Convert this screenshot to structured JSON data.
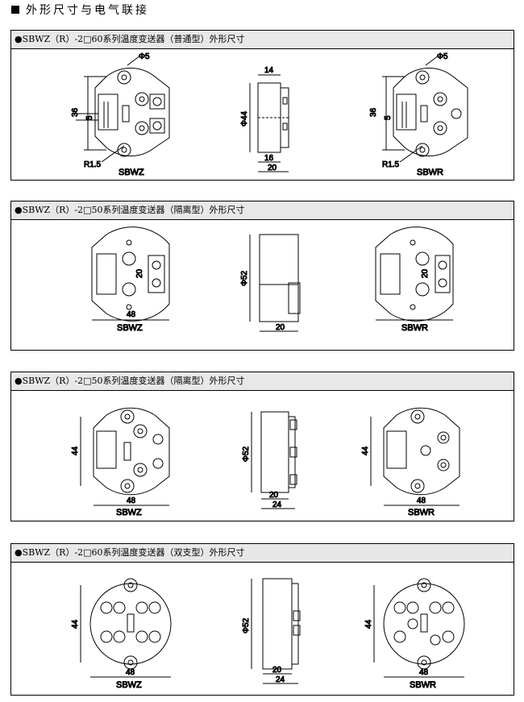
{
  "page": {
    "heading": "外形尺寸与电气联接"
  },
  "sections": [
    {
      "title": "●SBWZ（R）-2□60系列温度变送器（普通型）外形尺寸",
      "dims": {
        "phi5a": "Φ5",
        "d36a": "36",
        "d5a": "5",
        "r15a": "R1.5",
        "sbwz": "SBWZ",
        "d14": "14",
        "phi44": "Φ44",
        "d16": "16",
        "d20": "20",
        "phi5b": "Φ5",
        "d36b": "36",
        "d5b": "5",
        "r15b": "R1.5",
        "sbwr": "SBWR"
      }
    },
    {
      "title": "●SBWZ（R）-2□50系列温度变送器（隔离型）外形尺寸",
      "dims": {
        "d48a": "48",
        "d20a": "20",
        "sbwz": "SBWZ",
        "phi52": "Φ52",
        "d20b": "20",
        "d20c": "20",
        "sbwr": "SBWR"
      }
    },
    {
      "title": "●SBWZ（R）-2□50系列温度变送器（隔离型）外形尺寸",
      "dims": {
        "d44a": "44",
        "d48a": "48",
        "sbwz": "SBWZ",
        "phi52": "Φ52",
        "d20": "20",
        "d24": "24",
        "d44b": "44",
        "d48b": "48",
        "sbwr": "SBWR"
      }
    },
    {
      "title": "●SBWZ（R）-2□60系列温度变送器（双支型）外形尺寸",
      "dims": {
        "d44a": "44",
        "d48a": "48",
        "sbwz": "SBWZ",
        "phi52": "Φ52",
        "d20": "20",
        "d24": "24",
        "d44b": "44",
        "d48b": "48",
        "sbwr": "SBWR"
      }
    }
  ]
}
